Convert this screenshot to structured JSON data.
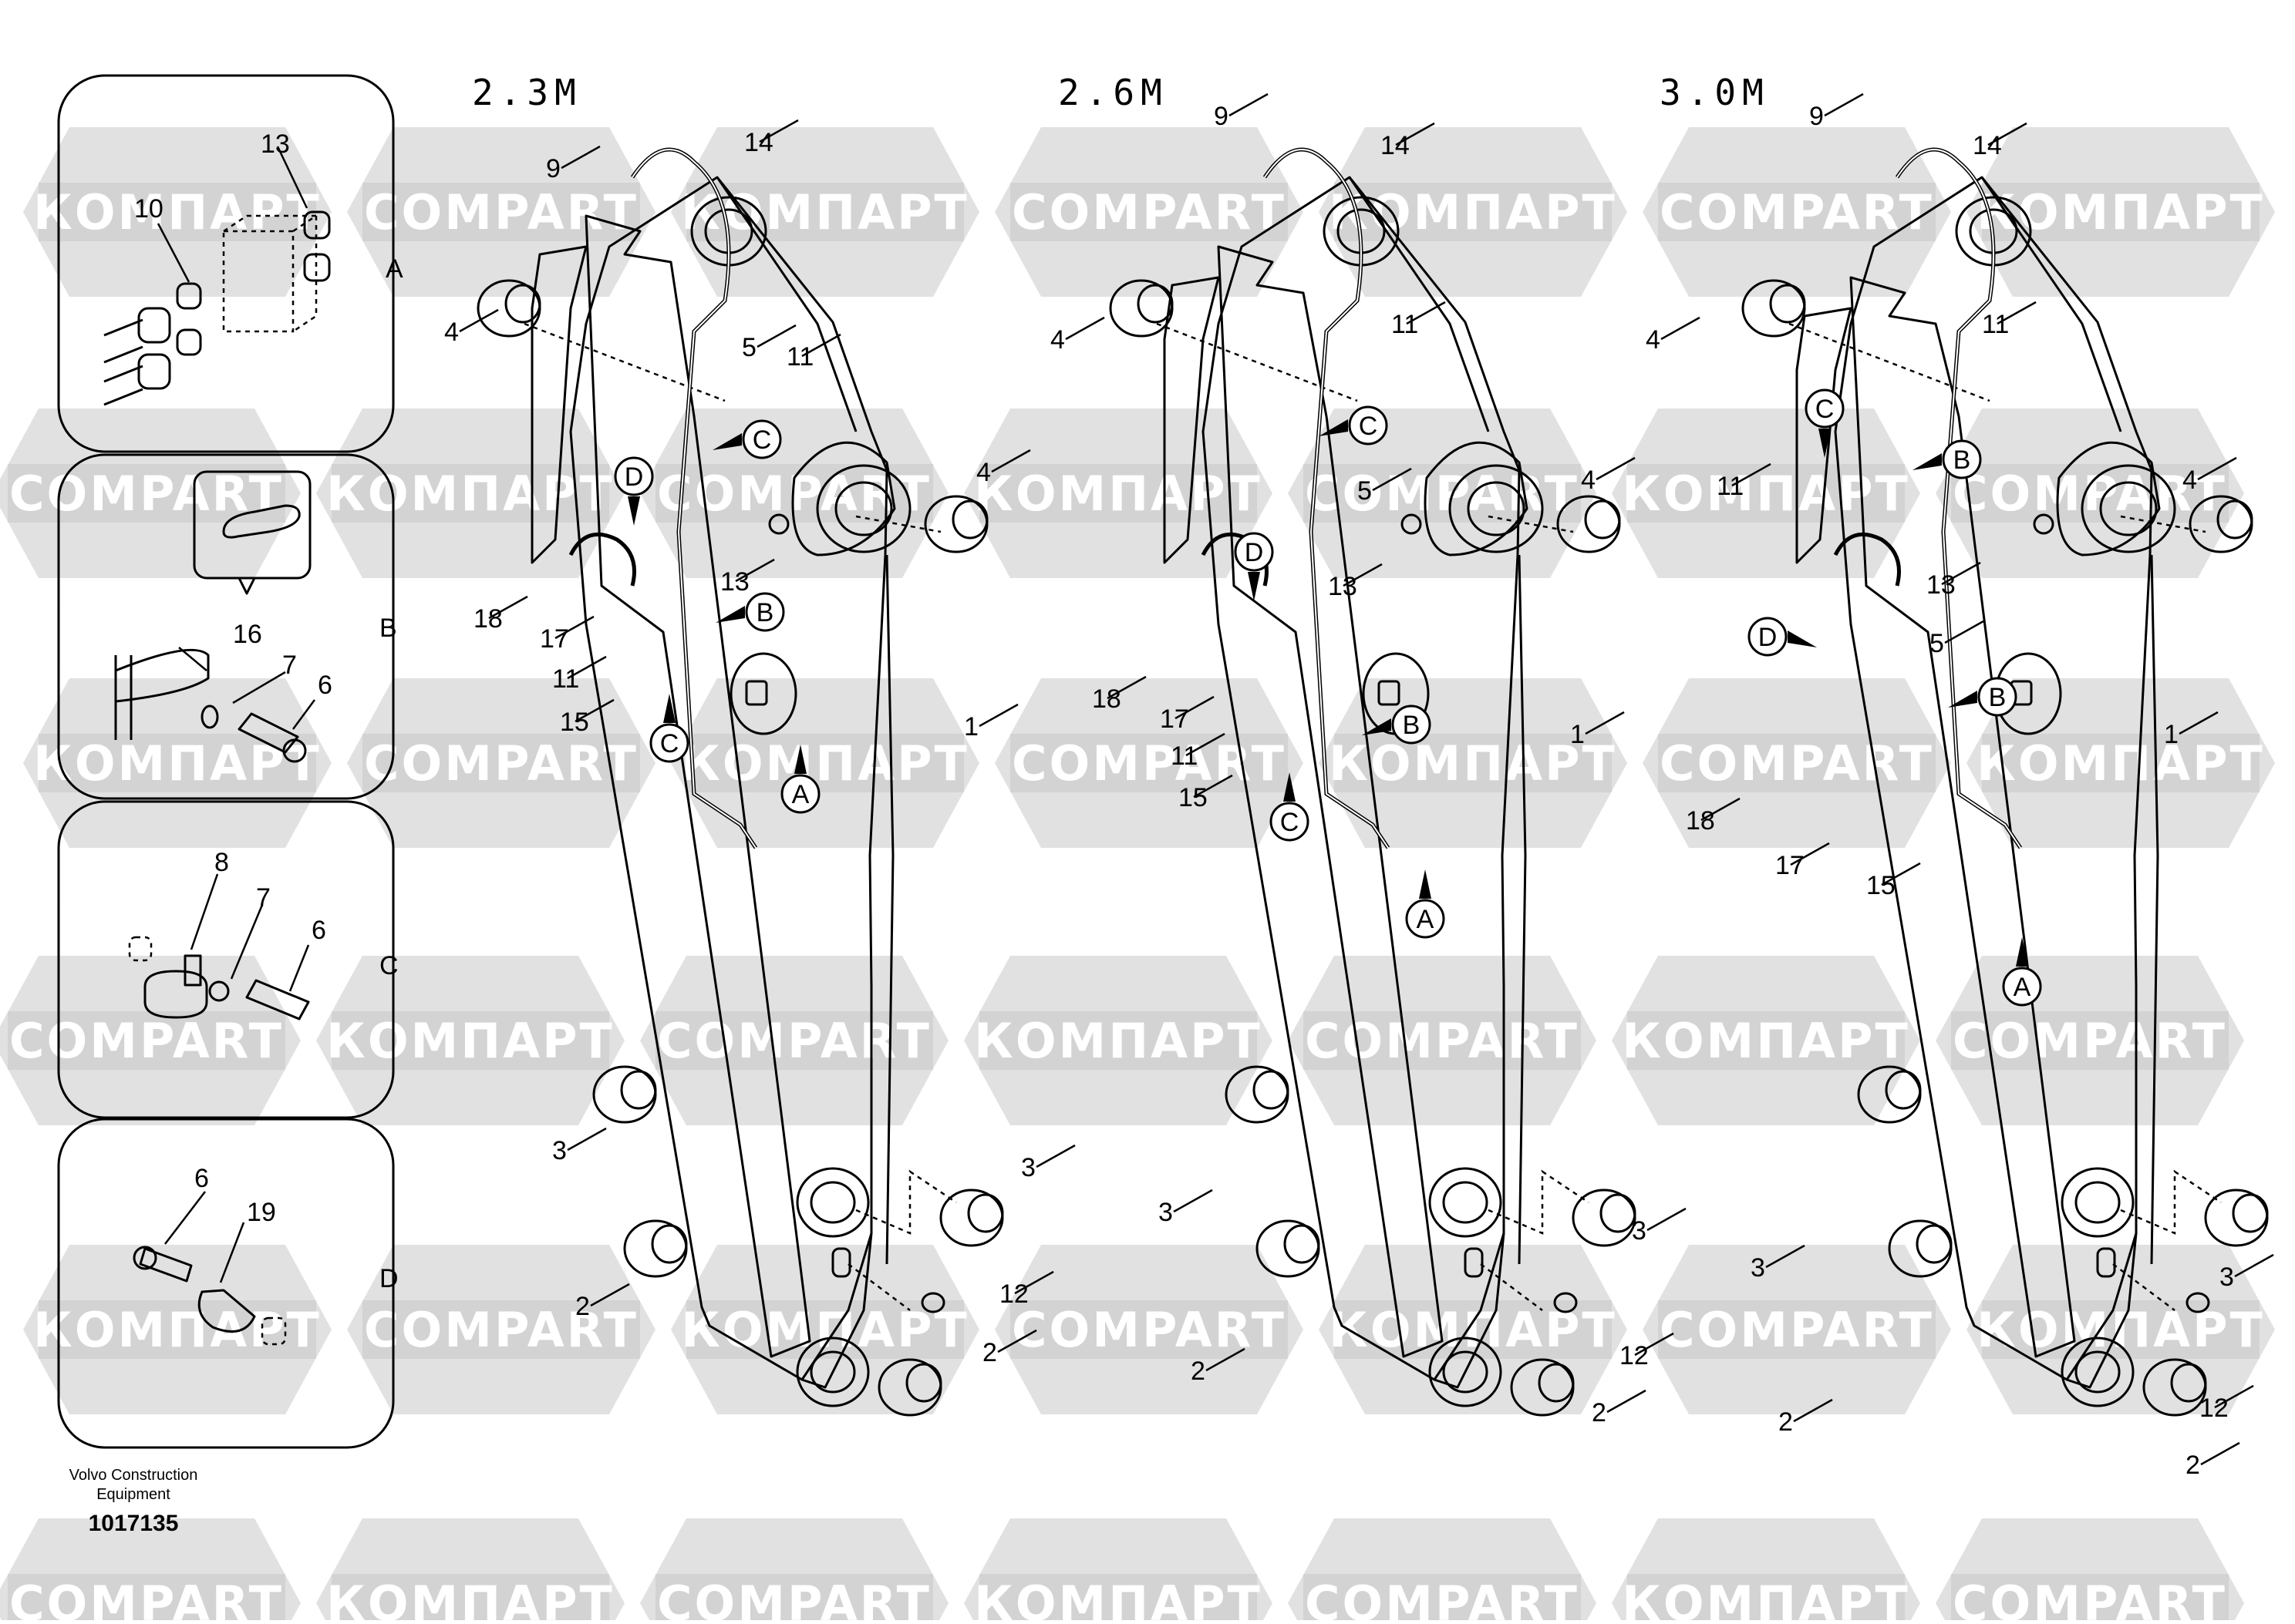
{
  "diagram": {
    "section_titles": [
      "2.3M",
      "2.6M",
      "3.0M"
    ],
    "detail_panels": [
      {
        "letter": "A",
        "parts": [
          "13",
          "10"
        ]
      },
      {
        "letter": "B",
        "parts": [
          "16",
          "7",
          "6"
        ]
      },
      {
        "letter": "C",
        "parts": [
          "8",
          "7",
          "6"
        ]
      },
      {
        "letter": "D",
        "parts": [
          "6",
          "19"
        ]
      }
    ],
    "watermark_latin": "COMPART",
    "watermark_cyrillic": "КОМПАРТ",
    "callout_letters": [
      "A",
      "B",
      "C",
      "D"
    ],
    "part_numbers": [
      "1",
      "2",
      "3",
      "4",
      "5",
      "6",
      "7",
      "8",
      "9",
      "10",
      "11",
      "12",
      "13",
      "14",
      "15",
      "16",
      "17",
      "18",
      "19"
    ]
  },
  "footer": {
    "maker_line1": "Volvo Construction",
    "maker_line2": "Equipment",
    "drawing_number": "1017135"
  }
}
